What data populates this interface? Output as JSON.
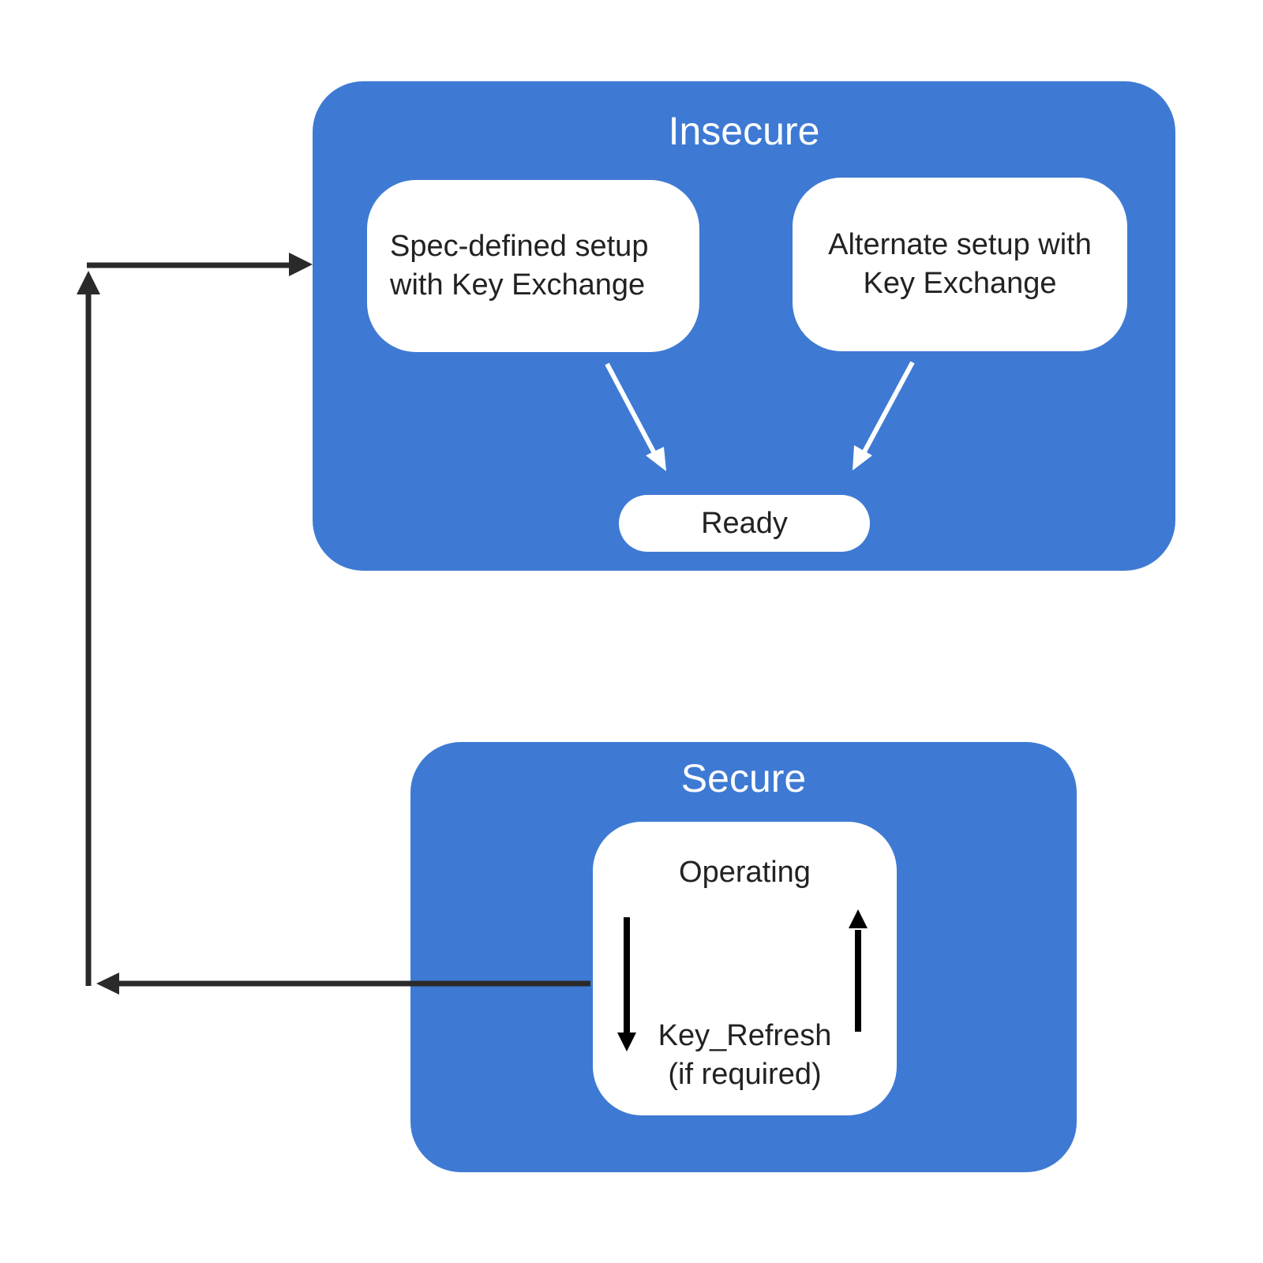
{
  "colors": {
    "group_fill": "#3e7ad3",
    "node_fill": "#ffffff",
    "arrow_dark": "#2a2a2a",
    "arrow_black": "#000000",
    "arrow_light": "#ffffff",
    "text_dark": "#222222",
    "text_light": "#ffffff"
  },
  "insecure": {
    "title": "Insecure",
    "spec_setup": {
      "line1": "Spec-defined setup",
      "line2": "with Key Exchange"
    },
    "alt_setup": {
      "line1": "Alternate setup with",
      "line2": "Key Exchange"
    },
    "ready": "Ready"
  },
  "secure": {
    "title": "Secure",
    "operating": "Operating",
    "key_refresh": {
      "line1": "Key_Refresh",
      "line2": "(if required)"
    }
  }
}
